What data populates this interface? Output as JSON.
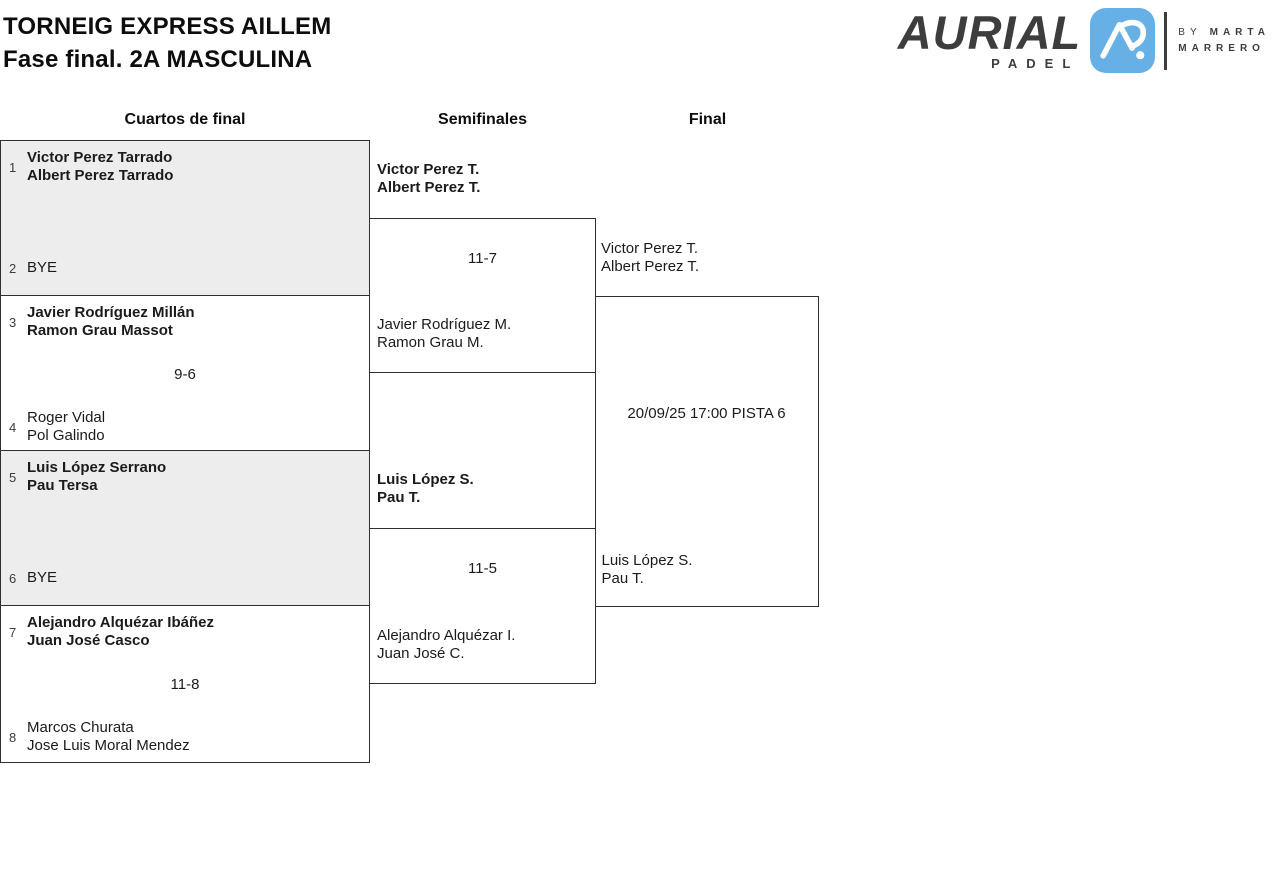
{
  "title": {
    "line1": "TORNEIG EXPRESS AILLEM",
    "line2": "Fase final. 2A MASCULINA"
  },
  "logo": {
    "brand": "AURIAL",
    "sub": "PADEL",
    "by_prefix": "BY",
    "by_name1": "MARTA",
    "by_name2": "MARRERO",
    "accent_blue": "#67b0e6",
    "dark": "#3d3d3d"
  },
  "columns": {
    "quarterfinals": "Cuartos de final",
    "semifinals": "Semifinales",
    "final": "Final"
  },
  "bracket": {
    "quarterfinals": [
      {
        "seed1": "1",
        "team1": [
          "Victor Perez Tarrado",
          "Albert Perez Tarrado"
        ],
        "seed2": "2",
        "team2": [
          "BYE"
        ],
        "score": ""
      },
      {
        "seed1": "3",
        "team1": [
          "Javier Rodríguez Millán",
          "Ramon Grau Massot"
        ],
        "seed2": "4",
        "team2": [
          "Roger Vidal",
          "Pol Galindo"
        ],
        "score": "9-6"
      },
      {
        "seed1": "5",
        "team1": [
          "Luis López Serrano",
          "Pau Tersa"
        ],
        "seed2": "6",
        "team2": [
          "BYE"
        ],
        "score": ""
      },
      {
        "seed1": "7",
        "team1": [
          "Alejandro Alquézar Ibáñez",
          "Juan José Casco"
        ],
        "seed2": "8",
        "team2": [
          "Marcos Churata",
          "Jose Luis Moral Mendez"
        ],
        "score": "11-8"
      }
    ],
    "semifinals": [
      {
        "team1": [
          "Victor Perez T.",
          "Albert Perez T."
        ],
        "score": "11-7",
        "team2": [
          "Javier Rodríguez M.",
          "Ramon Grau M."
        ]
      },
      {
        "team1": [
          "Luis López S.",
          "Pau T."
        ],
        "score": "11-5",
        "team2": [
          "Alejandro Alquézar I.",
          "Juan José C."
        ]
      }
    ],
    "final": {
      "team1": [
        "Victor Perez T.",
        "Albert Perez T."
      ],
      "info": "20/09/25 17:00 PISTA 6",
      "team2": [
        "Luis López S.",
        "Pau T."
      ]
    }
  },
  "colors": {
    "block_gray": "#ededed",
    "border": "#2f2f2f"
  }
}
